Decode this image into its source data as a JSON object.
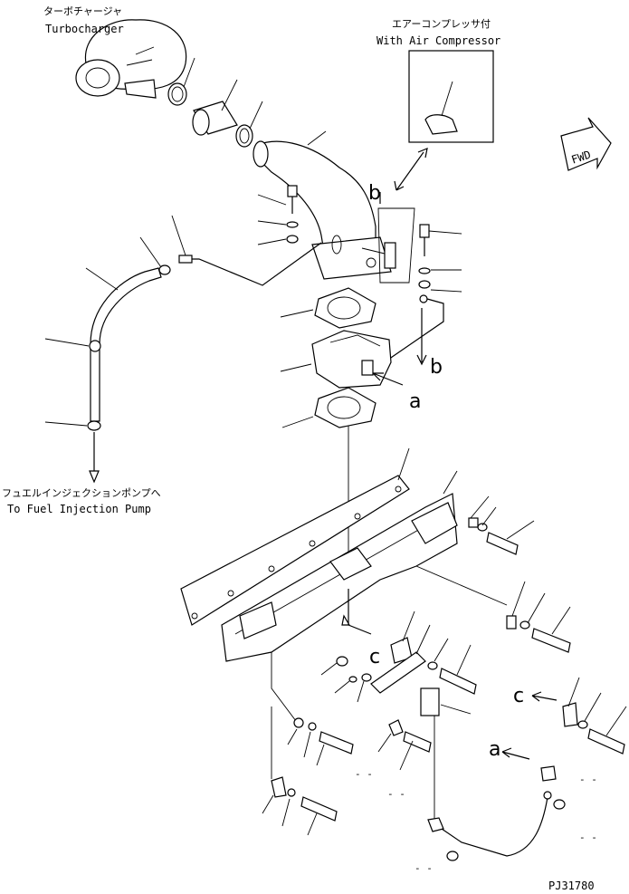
{
  "labels": {
    "turbo_jp": "ターボチャージャ",
    "turbo_en": "Turbocharger",
    "aircomp_jp": "エアーコンプレッサ付",
    "aircomp_en": "With Air Compressor",
    "fwd": "FWD",
    "fuelpump_jp": "フュエルインジェクションポンプへ",
    "fuelpump_en": "To Fuel Injection Pump",
    "ref_a": "a",
    "ref_b": "b",
    "ref_c": "c",
    "dash": "- -",
    "figure_id": "PJ31780"
  }
}
